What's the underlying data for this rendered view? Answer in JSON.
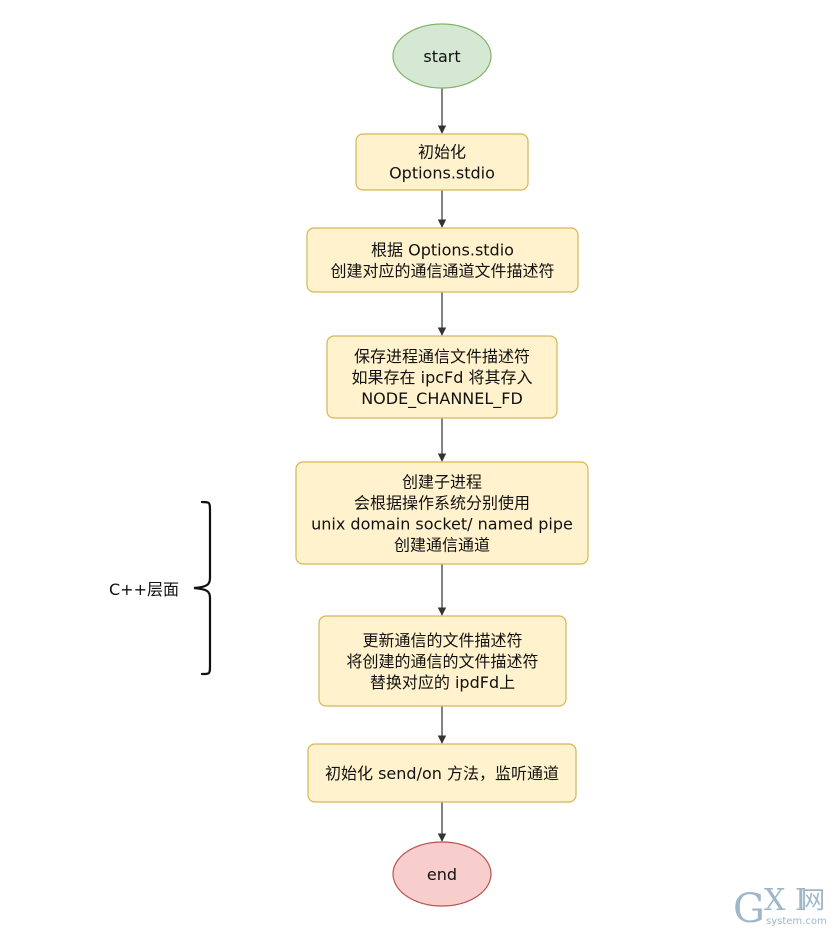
{
  "colors": {
    "terminal_start_fill": "#d5e8d4",
    "terminal_start_stroke": "#82b366",
    "terminal_end_fill": "#f8cecc",
    "terminal_end_stroke": "#b85450",
    "process_fill": "#fff2cc",
    "process_stroke": "#d6b656",
    "edge": "#333333",
    "text": "#111111",
    "watermark": "#9fb7c9"
  },
  "nodes": [
    {
      "id": "start",
      "shape": "ellipse",
      "lines": [
        "start"
      ]
    },
    {
      "id": "init",
      "shape": "rect",
      "lines": [
        "初始化",
        "Options.stdio"
      ]
    },
    {
      "id": "create-fd",
      "shape": "rect",
      "lines": [
        "根据 Options.stdio",
        "创建对应的通信通道文件描述符"
      ]
    },
    {
      "id": "save-fd",
      "shape": "rect",
      "lines": [
        "保存进程通信文件描述符",
        "如果存在 ipcFd 将其存入",
        "NODE_CHANNEL_FD"
      ]
    },
    {
      "id": "spawn",
      "shape": "rect",
      "lines": [
        "创建子进程",
        "会根据操作系统分别使用",
        "unix domain socket/ named pipe",
        "创建通信通道"
      ]
    },
    {
      "id": "update-fd",
      "shape": "rect",
      "lines": [
        "更新通信的文件描述符",
        "将创建的通信的文件描述符",
        "替换对应的 ipdFd上"
      ]
    },
    {
      "id": "init-send",
      "shape": "rect",
      "lines": [
        "初始化 send/on 方法，监听通道"
      ]
    },
    {
      "id": "end",
      "shape": "ellipse",
      "lines": [
        "end"
      ]
    }
  ],
  "edges": [
    [
      "start",
      "init"
    ],
    [
      "init",
      "create-fd"
    ],
    [
      "create-fd",
      "save-fd"
    ],
    [
      "save-fd",
      "spawn"
    ],
    [
      "spawn",
      "update-fd"
    ],
    [
      "update-fd",
      "init-send"
    ],
    [
      "init-send",
      "end"
    ]
  ],
  "annotation": {
    "label": "C++层面",
    "spans": [
      "spawn",
      "update-fd"
    ]
  },
  "watermark": {
    "logo_g": "G",
    "logo_xi": "X I",
    "logo_net": "网",
    "url": "system.com"
  }
}
